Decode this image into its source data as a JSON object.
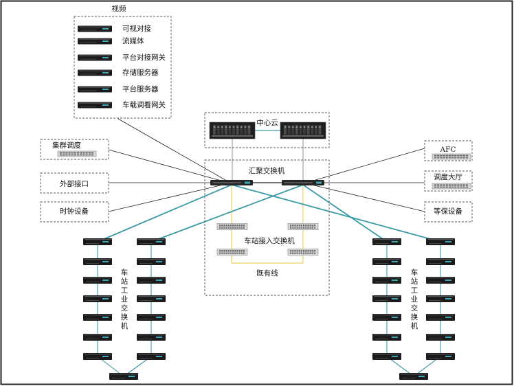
{
  "video": {
    "title": "视频",
    "items": [
      "可视对接",
      "流媒体",
      "平台对接网关",
      "存储服务器",
      "平台服务器",
      "车载调看网关"
    ]
  },
  "center_cloud": {
    "title": "中心云"
  },
  "aggregation": {
    "title": "汇聚交换机"
  },
  "station_access": {
    "title": "车站接入交换机"
  },
  "existing_line": {
    "label": "既有线"
  },
  "left_nodes": [
    "集群调度",
    "外部接口",
    "时钟设备"
  ],
  "right_nodes": [
    "AFC",
    "调度大厅",
    "等保设备"
  ],
  "industrial_switch_label": "车站工业交换机",
  "colors": {
    "teal_link": "#3a9aa5",
    "yellow_link": "#e8d060",
    "device_dark": "#1b1b1b",
    "outer_border": "#222222"
  }
}
